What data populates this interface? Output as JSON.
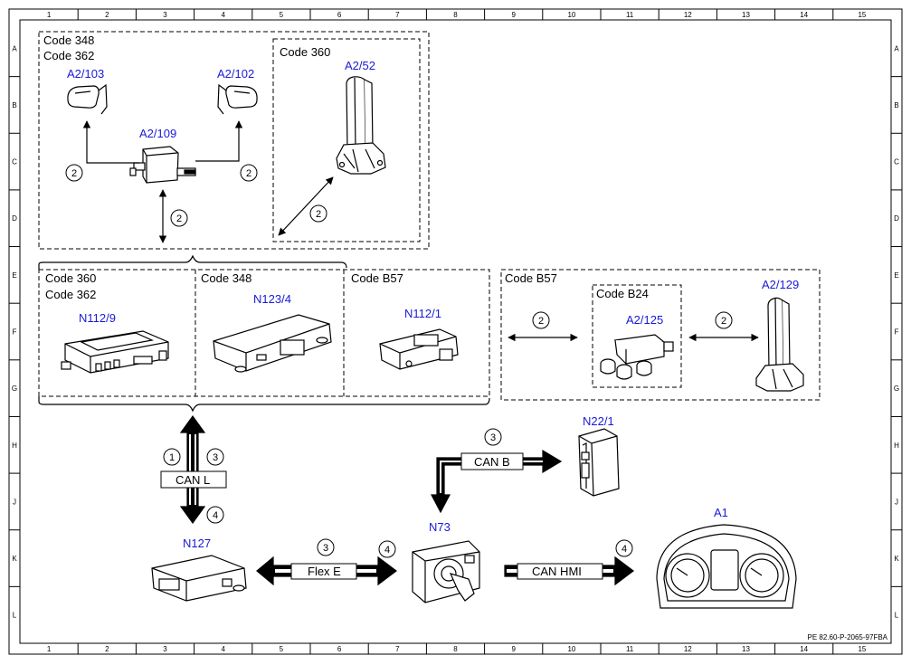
{
  "grid": {
    "columns": [
      "1",
      "2",
      "3",
      "4",
      "5",
      "6",
      "7",
      "8",
      "9",
      "10",
      "11",
      "12",
      "13",
      "14",
      "15"
    ],
    "rows": [
      "A",
      "B",
      "C",
      "D",
      "E",
      "F",
      "G",
      "H",
      "J",
      "K",
      "L"
    ]
  },
  "groups": {
    "top_left_codes": [
      "Code 348",
      "Code 362"
    ],
    "top_right_code": "Code 360",
    "mid_left_codes": [
      "Code 360",
      "Code 362"
    ],
    "mid_center_code": "Code 348",
    "mid_right_code": "Code B57",
    "right_group_code": "Code B57",
    "inner_right_code": "Code B24"
  },
  "components": {
    "a2_103": "A2/103",
    "a2_102": "A2/102",
    "a2_109": "A2/109",
    "a2_52": "A2/52",
    "n112_9": "N112/9",
    "n123_4": "N123/4",
    "n112_1": "N112/1",
    "a2_125": "A2/125",
    "a2_129": "A2/129",
    "n22_1": "N22/1",
    "n127": "N127",
    "n73": "N73",
    "a1": "A1"
  },
  "buses": {
    "can_l": "CAN L",
    "can_b": "CAN B",
    "flex_e": "Flex E",
    "can_hmi": "CAN HMI"
  },
  "markers": {
    "m1": "1",
    "m2": "2",
    "m3": "3",
    "m4": "4"
  },
  "reference": "PE 82.60-P-2065-97FBA"
}
